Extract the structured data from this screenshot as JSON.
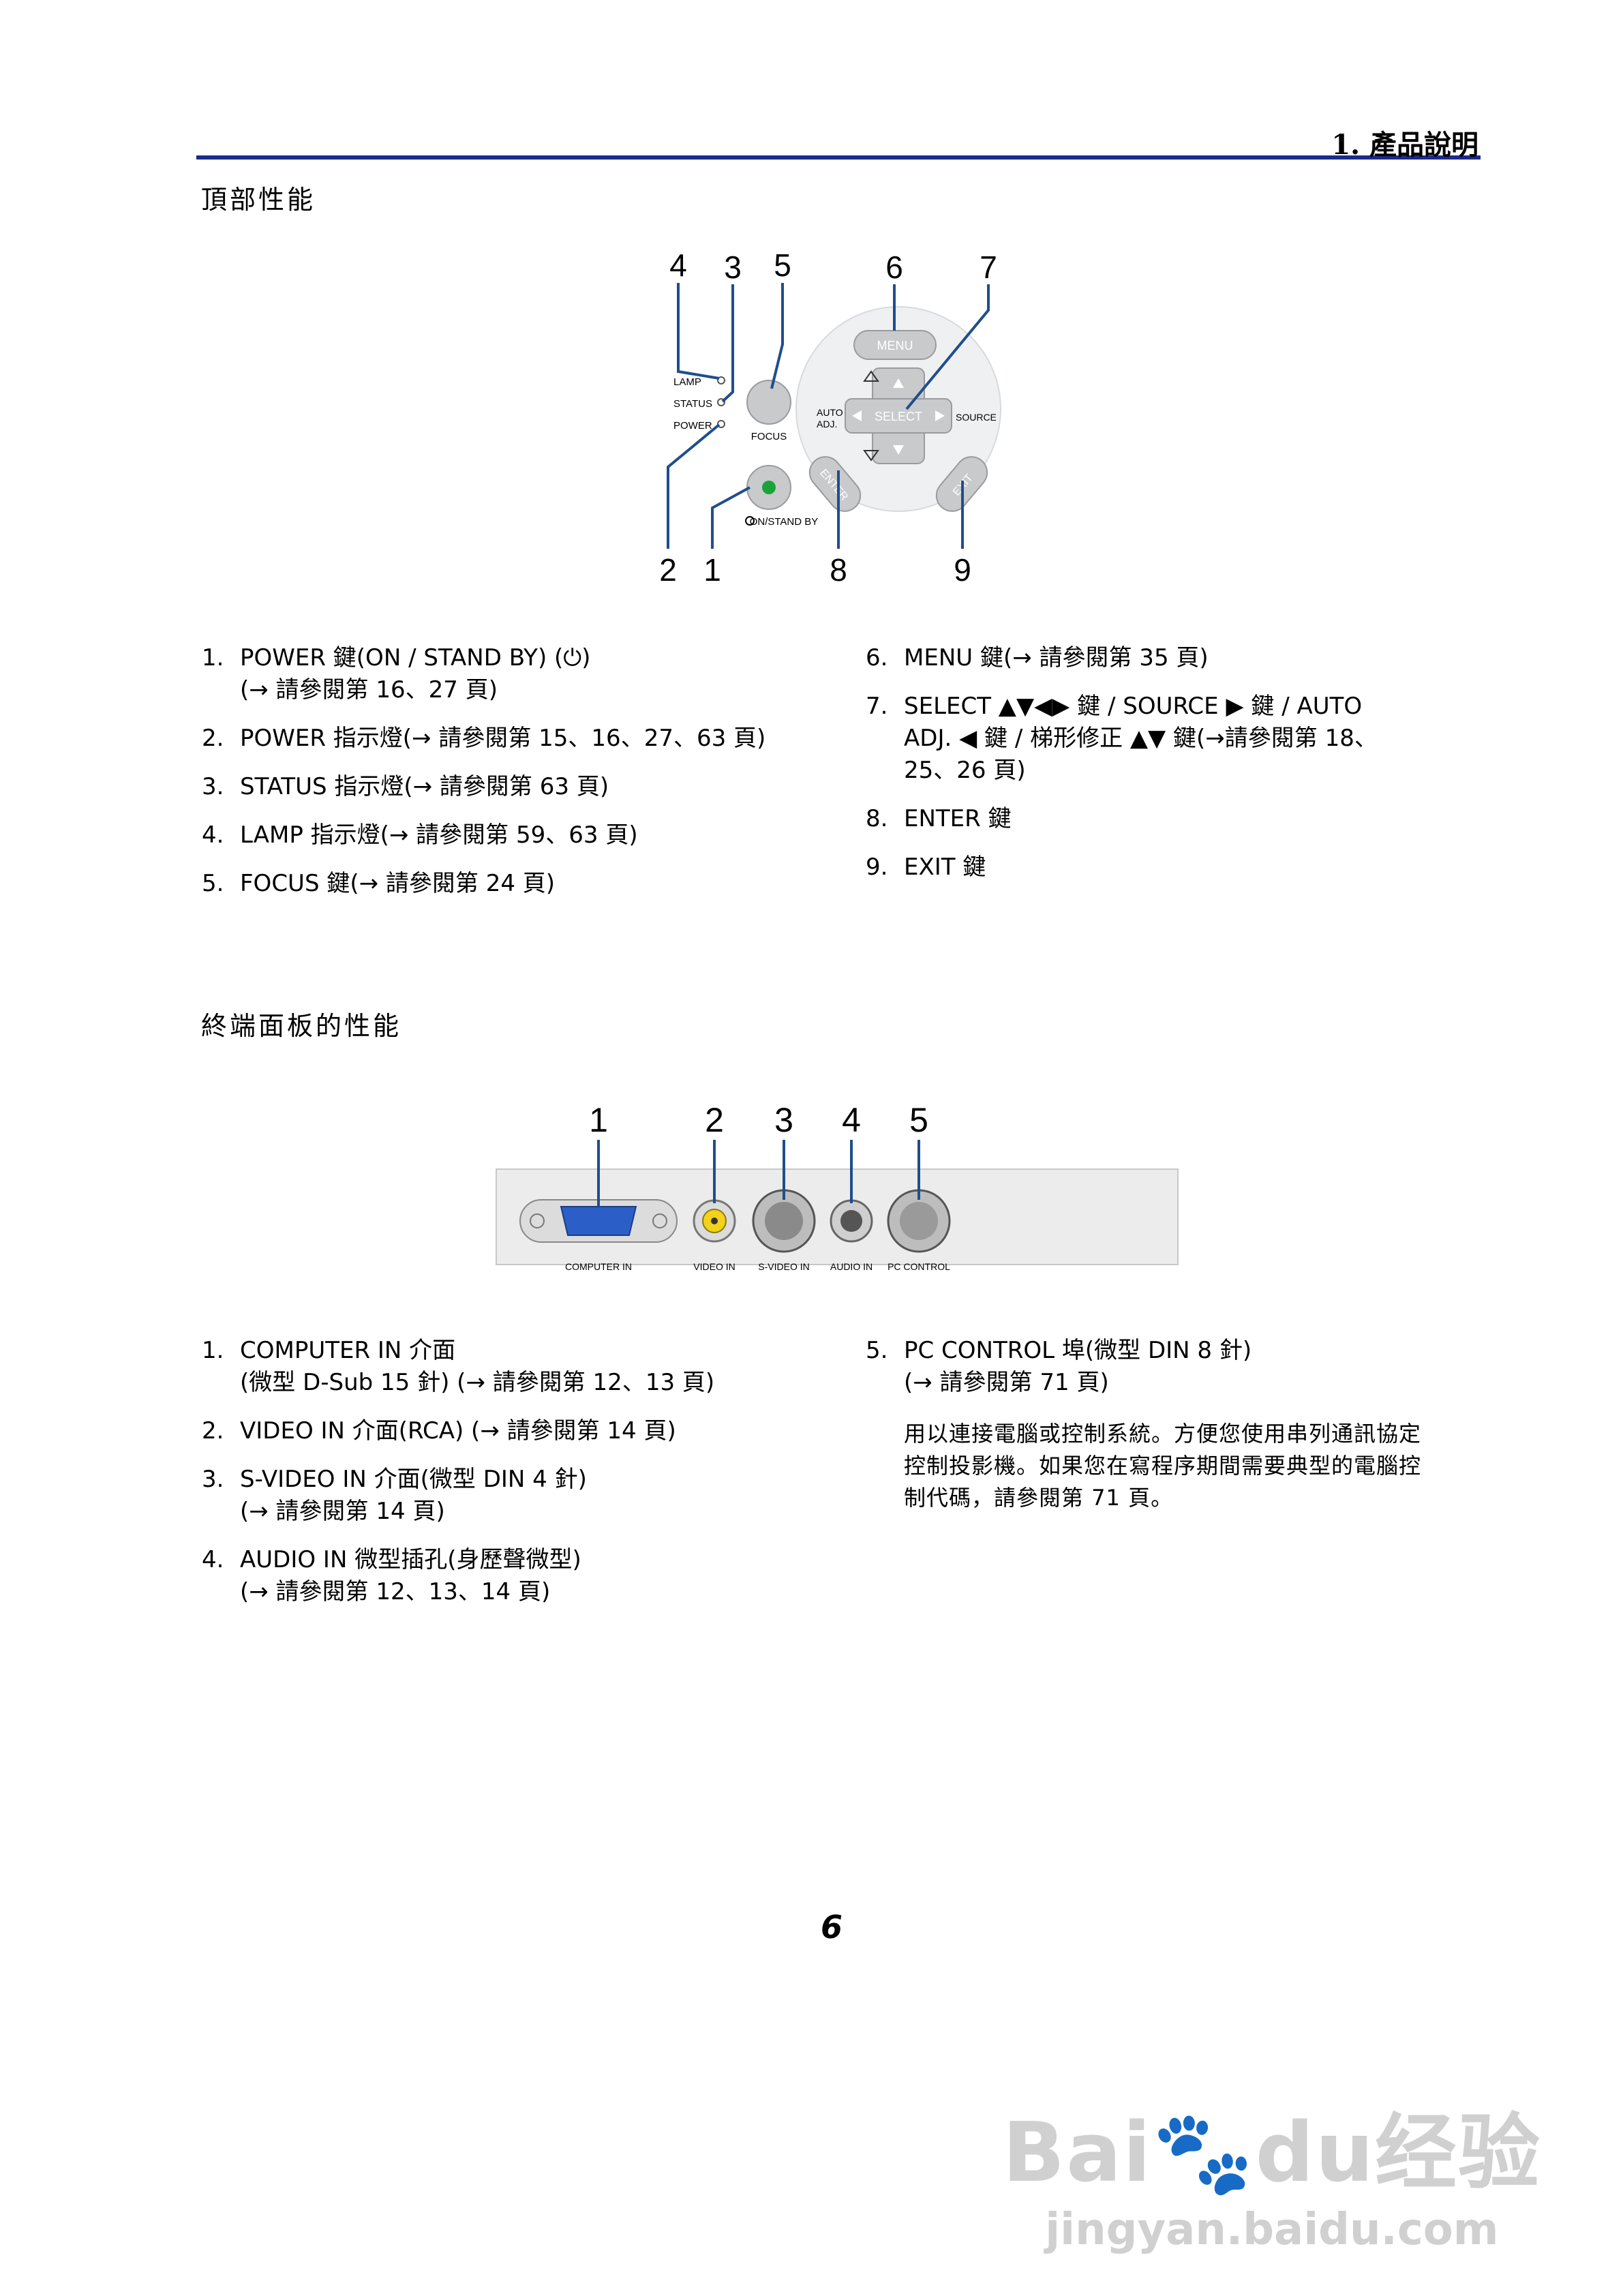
{
  "header": {
    "chapter": "1. 產品說明"
  },
  "top": {
    "heading": "頂部性能",
    "diagram": {
      "labels": [
        "4",
        "3",
        "5",
        "6",
        "7",
        "2",
        "1",
        "8",
        "9"
      ],
      "texts": {
        "lamp": "LAMP",
        "status": "STATUS",
        "power": "POWER",
        "focus": "FOCUS",
        "menu": "MENU",
        "select": "SELECT",
        "source": "SOURCE",
        "auto": "AUTO",
        "adj": "ADJ.",
        "enter": "ENTER",
        "exit": "EXIT",
        "onstandby": "ON/STAND BY"
      }
    },
    "list_left": [
      {
        "num": "1.",
        "line1": "POWER 鍵(ON / STAND BY) (⏻)",
        "line2": "(→ 請參閱第 16、27 頁)"
      },
      {
        "num": "2.",
        "line1": "POWER 指示燈(→ 請參閱第 15、16、27、63 頁)",
        "line2": ""
      },
      {
        "num": "3.",
        "line1": "STATUS 指示燈(→ 請參閱第 63 頁)",
        "line2": ""
      },
      {
        "num": "4.",
        "line1": "LAMP 指示燈(→ 請參閱第 59、63 頁)",
        "line2": ""
      },
      {
        "num": "5.",
        "line1": "FOCUS 鍵(→ 請參閱第 24 頁)",
        "line2": ""
      }
    ],
    "list_right": [
      {
        "num": "6.",
        "line1": "MENU 鍵(→ 請參閱第 35 頁)",
        "line2": "",
        "line3": ""
      },
      {
        "num": "7.",
        "line1": "SELECT ▲▼◀▶ 鍵 / SOURCE ▶ 鍵 / AUTO",
        "line2": "ADJ. ◀ 鍵 / 梯形修正 ▲▼ 鍵(→請參閱第 18、",
        "line3": "25、26 頁)"
      },
      {
        "num": "8.",
        "line1": "ENTER 鍵",
        "line2": "",
        "line3": ""
      },
      {
        "num": "9.",
        "line1": "EXIT 鍵",
        "line2": "",
        "line3": ""
      }
    ]
  },
  "terminal": {
    "heading": "終端面板的性能",
    "diagram": {
      "labels": [
        "1",
        "2",
        "3",
        "4",
        "5"
      ],
      "ports": [
        "COMPUTER IN",
        "VIDEO IN",
        "S-VIDEO IN",
        "AUDIO IN",
        "PC CONTROL"
      ]
    },
    "list_left": [
      {
        "num": "1.",
        "line1": "COMPUTER IN 介面",
        "line2": "(微型 D-Sub 15 針) (→ 請參閱第 12、13 頁)"
      },
      {
        "num": "2.",
        "line1": "VIDEO IN 介面(RCA) (→ 請參閱第 14 頁)",
        "line2": ""
      },
      {
        "num": "3.",
        "line1": "S-VIDEO IN 介面(微型 DIN 4 針)",
        "line2": "(→ 請參閱第 14 頁)"
      },
      {
        "num": "4.",
        "line1": "AUDIO IN 微型插孔(身歷聲微型)",
        "line2": "(→ 請參閱第 12、13、14 頁)"
      }
    ],
    "list_right": [
      {
        "num": "5.",
        "line1": "PC CONTROL 埠(微型 DIN 8 針)",
        "line2": "(→ 請參閱第 71 頁)"
      }
    ],
    "paragraph": [
      "用以連接電腦或控制系統。方便您使用串列通訊協定",
      "控制投影機。如果您在寫程序期間需要典型的電腦控",
      "制代碼，請參閱第 71 頁。"
    ]
  },
  "footer": {
    "page_number": "6"
  },
  "watermark": {
    "logo": "Bai",
    "logo2": "du",
    "logo_cn": "经验",
    "url": "jingyan.baidu.com"
  },
  "colors": {
    "rule": "#1a2b8c",
    "callout_line": "#1f4e8c",
    "led_green": "#1aa33a",
    "video_yellow": "#f2d21a"
  }
}
